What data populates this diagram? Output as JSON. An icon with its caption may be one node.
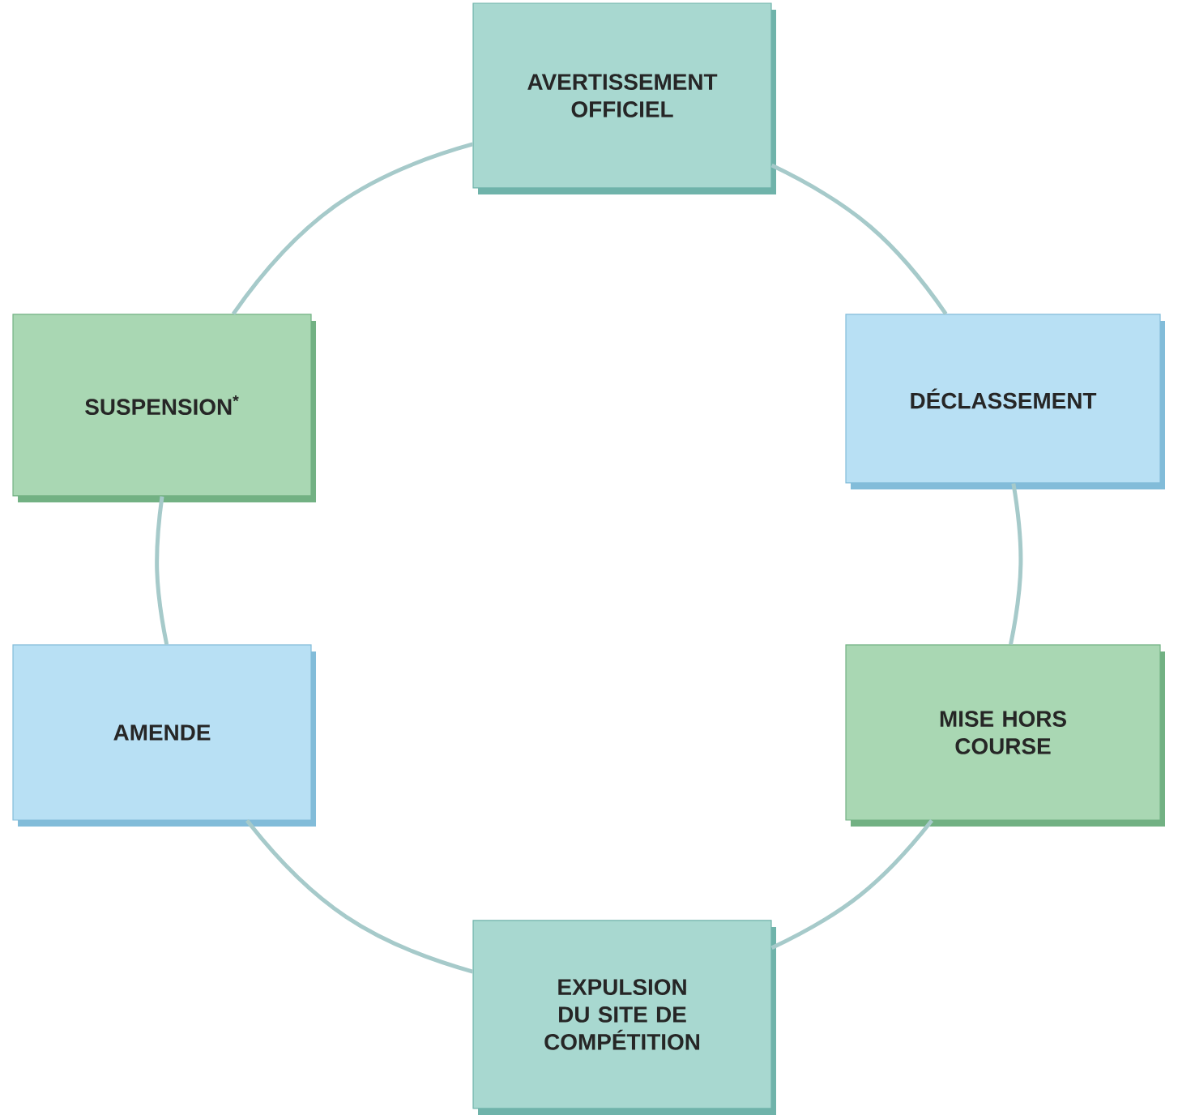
{
  "diagram": {
    "nodes": [
      {
        "text": [
          "AVERTISSEMENT OFFICIEL"
        ]
      },
      {
        "text": [
          "SUSPENSION$^{*}$"
        ]
      },
      {
        "text": [
          "DÉCLASSEMENT"
        ]
      },
      {
        "text": [
          "AMENDE"
        ]
      },
      {
        "text": [
          "MISE HORS COURSE"
        ]
      },
      {
        "text": [
          "EXPULSION DU SITE DE COMPÉTITION"
        ]
      }
    ],
    "edges": [
      {
        "from": 0,
        "to": 2,
        "arrow": "none"
      },
      {
        "from": 2,
        "to": 4,
        "arrow": "none"
      },
      {
        "from": 4,
        "to": 5,
        "arrow": "none"
      },
      {
        "from": 5,
        "to": 3,
        "arrow": "none"
      },
      {
        "from": 3,
        "to": 1,
        "arrow": "none"
      },
      {
        "from": 1,
        "to": 0,
        "arrow": "none"
      }
    ]
  }
}
